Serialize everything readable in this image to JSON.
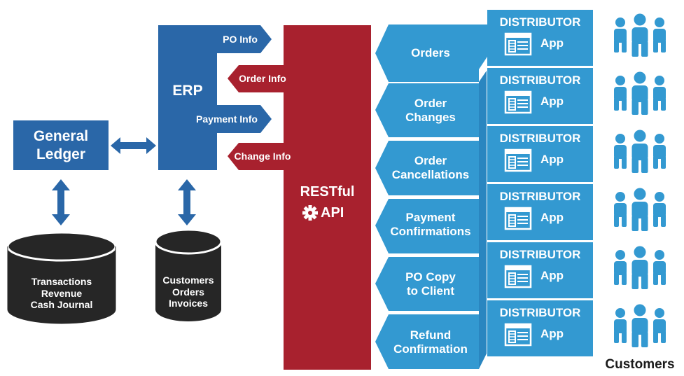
{
  "colors": {
    "dark_blue": "#2a67a8",
    "light_blue": "#3399d1",
    "red": "#a8212e",
    "cylinder": "#262626"
  },
  "general_ledger": {
    "label": "General\nLedger"
  },
  "erp": {
    "label": "ERP"
  },
  "erp_flows": [
    {
      "label": "PO Info",
      "direction": "right",
      "color": "dark_blue"
    },
    {
      "label": "Order Info",
      "direction": "left",
      "color": "red"
    },
    {
      "label": "Payment Info",
      "direction": "right",
      "color": "dark_blue"
    },
    {
      "label": "Change Info",
      "direction": "left",
      "color": "red"
    }
  ],
  "databases": [
    {
      "label": "Transactions\nRevenue\nCash Journal"
    },
    {
      "label": "Customers\nOrders\nInvoices"
    }
  ],
  "api": {
    "label": "RESTful",
    "label2": "API",
    "icon": "gear-icon"
  },
  "messages": [
    {
      "label": "Orders"
    },
    {
      "label": "Order\nChanges"
    },
    {
      "label": "Order\nCancellations"
    },
    {
      "label": "Payment\nConfirmations"
    },
    {
      "label": "PO Copy\nto Client"
    },
    {
      "label": "Refund\nConfirmation"
    }
  ],
  "distributors": [
    {
      "title": "DISTRIBUTOR",
      "app": "App",
      "icon": "app-window-icon"
    },
    {
      "title": "DISTRIBUTOR",
      "app": "App",
      "icon": "app-window-icon"
    },
    {
      "title": "DISTRIBUTOR",
      "app": "App",
      "icon": "app-window-icon"
    },
    {
      "title": "DISTRIBUTOR",
      "app": "App",
      "icon": "app-window-icon"
    },
    {
      "title": "DISTRIBUTOR",
      "app": "App",
      "icon": "app-window-icon"
    },
    {
      "title": "DISTRIBUTOR",
      "app": "App",
      "icon": "app-window-icon"
    }
  ],
  "customers": {
    "label": "Customers",
    "icon": "people-group-icon",
    "count": 6
  }
}
